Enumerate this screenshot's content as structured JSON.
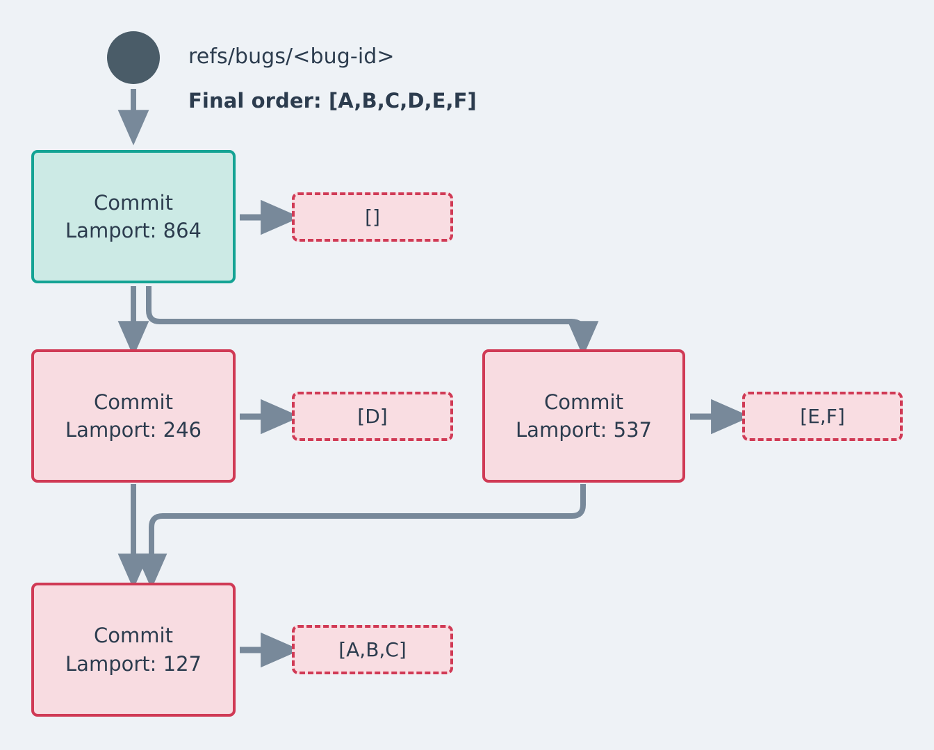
{
  "diagram": {
    "title_ref": "refs/bugs/<bug-id>",
    "final_order": "Final order: [A,B,C,D,E,F]",
    "colors": {
      "background": "#eef2f6",
      "teal_border": "#14a394",
      "teal_fill": "#cceae5",
      "pink_border": "#d03a55",
      "pink_fill": "#f8dce1",
      "edge": "#78899a",
      "root": "#4a5c68",
      "text": "#2c3c4e"
    },
    "root": {
      "shape": "circle"
    },
    "nodes": [
      {
        "id": "n864",
        "label_title": "Commit",
        "label_lamport": "Lamport: 864",
        "lamport": 864,
        "style": "teal"
      },
      {
        "id": "n246",
        "label_title": "Commit",
        "label_lamport": "Lamport: 246",
        "lamport": 246,
        "style": "pink"
      },
      {
        "id": "n537",
        "label_title": "Commit",
        "label_lamport": "Lamport: 537",
        "lamport": 537,
        "style": "pink"
      },
      {
        "id": "n127",
        "label_title": "Commit",
        "label_lamport": "Lamport: 127",
        "lamport": 127,
        "style": "pink"
      }
    ],
    "ops": [
      {
        "id": "ops864",
        "label": "[]"
      },
      {
        "id": "ops246",
        "label": "[D]"
      },
      {
        "id": "ops537",
        "label": "[E,F]"
      },
      {
        "id": "ops127",
        "label": "[A,B,C]"
      }
    ]
  }
}
